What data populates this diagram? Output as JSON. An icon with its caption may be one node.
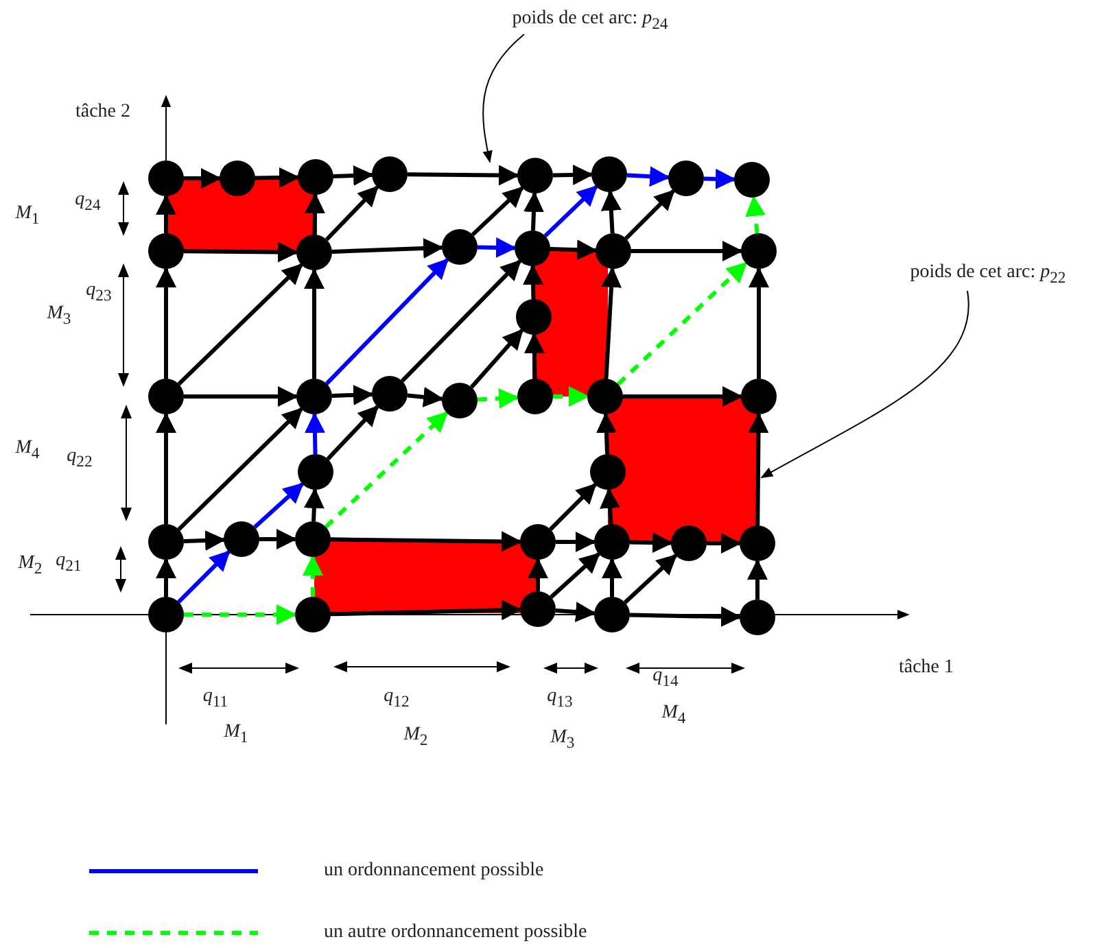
{
  "diagram": {
    "nodes": [
      {
        "text": [
          "poids de cet arc: *p*$_{24}$"
        ]
      },
      {
        "text": [
          "poids de cet arc: *p*$_{22}$"
        ]
      },
      {
        "text": [],
        "shape": "circle"
      },
      {
        "text": [],
        "shape": "circle"
      },
      {
        "text": [],
        "shape": "circle"
      },
      {
        "text": [],
        "shape": "circle"
      },
      {
        "text": [],
        "shape": "circle"
      },
      {
        "text": [],
        "shape": "circle"
      },
      {
        "text": [],
        "shape": "circle"
      },
      {
        "text": [],
        "shape": "circle"
      },
      {
        "text": [],
        "shape": "circle"
      },
      {
        "text": [],
        "shape": "circle"
      },
      {
        "text": [],
        "shape": "circle"
      },
      {
        "text": [],
        "shape": "circle"
      },
      {
        "text": [],
        "shape": "circle"
      },
      {
        "text": [],
        "shape": "circle"
      },
      {
        "text": [],
        "shape": "circle"
      },
      {
        "text": [],
        "shape": "circle"
      },
      {
        "text": [],
        "shape": "circle"
      },
      {
        "text": [],
        "shape": "circle"
      },
      {
        "text": [],
        "shape": "circle"
      },
      {
        "text": [],
        "shape": "circle"
      },
      {
        "text": [],
        "shape": "circle"
      },
      {
        "text": [],
        "shape": "circle"
      },
      {
        "text": [],
        "shape": "circle"
      },
      {
        "text": [],
        "shape": "circle"
      },
      {
        "text": [],
        "shape": "circle"
      },
      {
        "text": [],
        "shape": "circle"
      },
      {
        "text": [],
        "shape": "circle"
      },
      {
        "text": [],
        "shape": "circle"
      },
      {
        "text": [],
        "shape": "circle"
      },
      {
        "text": [],
        "shape": "circle"
      },
      {
        "text": [],
        "shape": "circle"
      },
      {
        "text": [],
        "shape": "circle"
      },
      {
        "text": [],
        "shape": "circle"
      },
      {
        "text": [],
        "shape": "circle"
      },
      {
        "text": [],
        "shape": "circle"
      },
      {
        "text": [],
        "shape": "circle"
      },
      {
        "text": [],
        "shape": "box"
      },
      {
        "text": [],
        "shape": "box"
      },
      {
        "text": [],
        "shape": "box"
      },
      {
        "text": [],
        "shape": "box"
      }
    ],
    "edges": [
      {
        "from": 33,
        "to": 34,
        "arrow": "to",
        "style": "dashed",
        "color": "#00ff00"
      },
      {
        "from": 34,
        "to": 35,
        "arrow": "to"
      },
      {
        "from": 35,
        "to": 36,
        "arrow": "to"
      },
      {
        "from": 36,
        "to": 37,
        "arrow": "to"
      },
      {
        "from": 33,
        "to": 26,
        "arrow": "to"
      },
      {
        "from": 33,
        "to": 27,
        "arrow": "to",
        "color": "#0000ff"
      },
      {
        "from": 34,
        "to": 28,
        "arrow": "to",
        "style": "dashed",
        "color": "#00ff00"
      },
      {
        "from": 26,
        "to": 27,
        "arrow": "to"
      },
      {
        "from": 27,
        "to": 28,
        "arrow": "to"
      },
      {
        "from": 28,
        "to": 29,
        "arrow": "to"
      },
      {
        "from": 29,
        "to": 30,
        "arrow": "to"
      },
      {
        "from": 30,
        "to": 31,
        "arrow": "to"
      },
      {
        "from": 31,
        "to": 32,
        "arrow": "to"
      },
      {
        "from": 35,
        "to": 29,
        "arrow": "to"
      },
      {
        "from": 35,
        "to": 30,
        "arrow": "to"
      },
      {
        "from": 36,
        "to": 30,
        "arrow": "to"
      },
      {
        "from": 36,
        "to": 31,
        "arrow": "to"
      },
      {
        "from": 37,
        "to": 32,
        "arrow": "to"
      },
      {
        "from": 26,
        "to": 17,
        "arrow": "to"
      },
      {
        "from": 26,
        "to": 18,
        "arrow": "to"
      },
      {
        "from": 27,
        "to": 24,
        "arrow": "to",
        "color": "#0000ff"
      },
      {
        "from": 28,
        "to": 24,
        "arrow": "to"
      },
      {
        "from": 28,
        "to": 20,
        "arrow": "to",
        "style": "dashed",
        "color": "#00ff00"
      },
      {
        "from": 24,
        "to": 18,
        "arrow": "to",
        "color": "#0000ff"
      },
      {
        "from": 24,
        "to": 19,
        "arrow": "to"
      },
      {
        "from": 29,
        "to": 25,
        "arrow": "to"
      },
      {
        "from": 30,
        "to": 25,
        "arrow": "to"
      },
      {
        "from": 25,
        "to": 22,
        "arrow": "to"
      },
      {
        "from": 32,
        "to": 23,
        "arrow": "to"
      },
      {
        "from": 17,
        "to": 18,
        "arrow": "to"
      },
      {
        "from": 18,
        "to": 19,
        "arrow": "to"
      },
      {
        "from": 19,
        "to": 20,
        "arrow": "to"
      },
      {
        "from": 20,
        "to": 21,
        "arrow": "to",
        "style": "dashed",
        "color": "#00ff00"
      },
      {
        "from": 21,
        "to": 22,
        "arrow": "to",
        "style": "dashed",
        "color": "#00ff00"
      },
      {
        "from": 22,
        "to": 23,
        "arrow": "to"
      },
      {
        "from": 17,
        "to": 10,
        "arrow": "to"
      },
      {
        "from": 17,
        "to": 11,
        "arrow": "to"
      },
      {
        "from": 18,
        "to": 11,
        "arrow": "to"
      },
      {
        "from": 18,
        "to": 12,
        "arrow": "to",
        "color": "#0000ff"
      },
      {
        "from": 19,
        "to": 13,
        "arrow": "to"
      },
      {
        "from": 20,
        "to": 16,
        "arrow": "to"
      },
      {
        "from": 21,
        "to": 16,
        "arrow": "to"
      },
      {
        "from": 16,
        "to": 13,
        "arrow": "to"
      },
      {
        "from": 22,
        "to": 14,
        "arrow": "to"
      },
      {
        "from": 22,
        "to": 15,
        "arrow": "to",
        "style": "dashed",
        "color": "#00ff00"
      },
      {
        "from": 23,
        "to": 15,
        "arrow": "to"
      },
      {
        "from": 10,
        "to": 11,
        "arrow": "to"
      },
      {
        "from": 11,
        "to": 12,
        "arrow": "to"
      },
      {
        "from": 12,
        "to": 13,
        "arrow": "to",
        "color": "#0000ff"
      },
      {
        "from": 13,
        "to": 14,
        "arrow": "to"
      },
      {
        "from": 14,
        "to": 15,
        "arrow": "to"
      },
      {
        "from": 10,
        "to": 2,
        "arrow": "to"
      },
      {
        "from": 11,
        "to": 4,
        "arrow": "to"
      },
      {
        "from": 11,
        "to": 5,
        "arrow": "to"
      },
      {
        "from": 12,
        "to": 6,
        "arrow": "to"
      },
      {
        "from": 13,
        "to": 6,
        "arrow": "to"
      },
      {
        "from": 13,
        "to": 7,
        "arrow": "to",
        "color": "#0000ff"
      },
      {
        "from": 14,
        "to": 7,
        "arrow": "to"
      },
      {
        "from": 14,
        "to": 8,
        "arrow": "to"
      },
      {
        "from": 15,
        "to": 9,
        "arrow": "to",
        "style": "dashed",
        "color": "#00ff00"
      },
      {
        "from": 2,
        "to": 3,
        "arrow": "to"
      },
      {
        "from": 3,
        "to": 4,
        "arrow": "to"
      },
      {
        "from": 4,
        "to": 5,
        "arrow": "to"
      },
      {
        "from": 5,
        "to": 6,
        "arrow": "to"
      },
      {
        "from": 6,
        "to": 7,
        "arrow": "to"
      },
      {
        "from": 7,
        "to": 8,
        "arrow": "to",
        "color": "#0000ff"
      },
      {
        "from": 8,
        "to": 9,
        "arrow": "to",
        "color": "#0000ff"
      },
      {
        "from": 0,
        "to": 6,
        "arrow": "to"
      },
      {
        "from": 1,
        "to": 40,
        "arrow": "to"
      }
    ],
    "labels": [
      "tâche 2",
      "*q*$_{24}$",
      "*M*$_{1}$",
      "*q*$_{23}$",
      "*M*$_{3}$",
      "*M*$_{4}$",
      "*q*$_{22}$",
      "*M*$_{2}$",
      "*q*$_{21}$",
      "tâche 1",
      "*q*$_{14}$",
      "*q*$_{11}$",
      "*q*$_{12}$",
      "*q*$_{13}$",
      "*M*$_{4}$",
      "*M*$_{1}$",
      "*M*$_{2}$",
      "*M*$_{3}$"
    ],
    "legend": [
      {
        "text": "un ordonnancement possible"
      },
      {
        "text": "un autre ordonnancement possible"
      }
    ]
  }
}
